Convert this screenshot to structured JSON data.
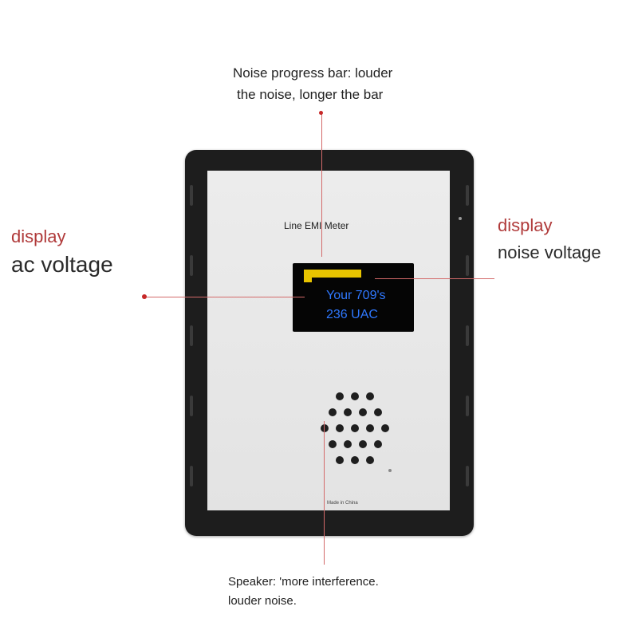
{
  "callouts": {
    "progress_bar": {
      "line1": "Noise progress bar: louder",
      "line2": "the noise, longer the bar"
    },
    "ac_voltage": {
      "word": "display",
      "label": "ac voltage"
    },
    "noise_voltage": {
      "word": "display",
      "label": "noise voltage"
    },
    "speaker": {
      "line1": "Speaker: 'more interference.",
      "line2": "louder noise."
    }
  },
  "device": {
    "name": "Line EMI Meter",
    "footer": "Made in China",
    "display": {
      "line1": "Your 709's",
      "line2": "236 UAC",
      "noise_level_fraction": 0.55
    }
  },
  "colors": {
    "callout_accent": "#b03a3a",
    "leader_line": "#d36a6a",
    "screen_text": "#2f78ff",
    "noise_bar": "#e8c400",
    "device_frame": "#1d1d1d"
  }
}
